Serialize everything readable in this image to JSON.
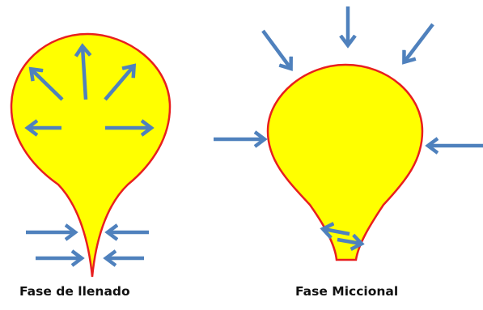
{
  "phases": [
    {
      "id": "filling",
      "label": "Fase de llenado"
    },
    {
      "id": "voiding",
      "label": "Fase Miccional"
    }
  ],
  "colors": {
    "fill": "#ffff00",
    "outline": "#e81f1f",
    "arrow": "#4f81bd",
    "caption": "#111111"
  },
  "icons": {
    "arrow": "arrow-icon"
  }
}
